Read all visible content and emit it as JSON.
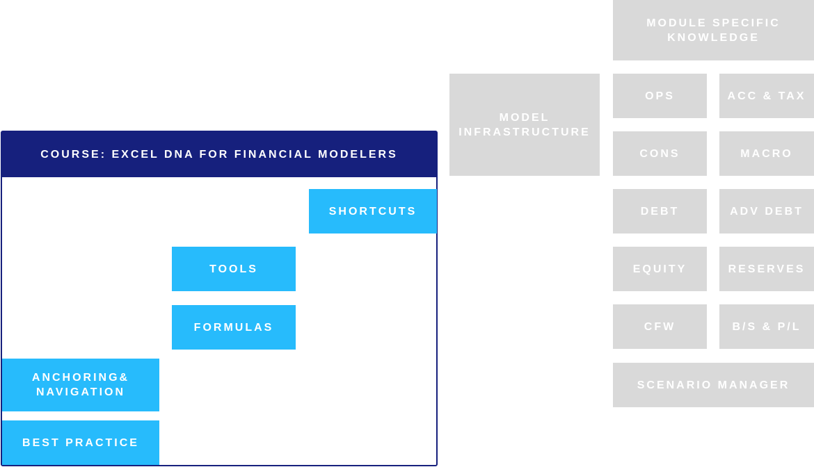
{
  "course": {
    "title": "COURSE: EXCEL DNA FOR FINANCIAL MODELERS",
    "blocks": {
      "shortcuts": "SHORTCUTS",
      "tools": "TOOLS",
      "formulas": "FORMULAS",
      "anchoring": "ANCHORING& NAVIGATION",
      "best_practice": "BEST PRACTICE"
    }
  },
  "model": {
    "infrastructure": "MODEL INFRASTRUCTURE",
    "module_specific": "MODULE SPECIFIC KNOWLEDGE",
    "modules": {
      "ops": "OPS",
      "acc_tax": "ACC & TAX",
      "cons": "CONS",
      "macro": "MACRO",
      "debt": "DEBT",
      "adv_debt": "ADV DEBT",
      "equity": "EQUITY",
      "reserves": "RESERVES",
      "cfw": "CFW",
      "bs_pl": "B/S & P/L",
      "scenario_manager": "SCENARIO MANAGER"
    }
  },
  "colors": {
    "course_navy": "#16207d",
    "course_block_blue": "#27bbfc",
    "module_gray": "#d9d9d9"
  }
}
